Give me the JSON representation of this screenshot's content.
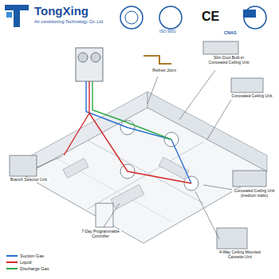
{
  "diagram": {
    "labels": [
      "TongXing",
      "Air conditioning Technology Co.,Ltd",
      "ISO 9001",
      "CE",
      "CNAS",
      "Refnet Joint",
      "Slim Duct Built-in Concealed Ceiling Unit",
      "Concealed Ceiling Unit",
      "Branch Selector Unit",
      "7-Day Programmable Controller",
      "Concealed Ceiling Unit (medium static)",
      "4-Way Ceiling Mounted Cassette Unit"
    ],
    "legend": [
      {
        "text": "Suction Gas",
        "color": "#2a6fd0"
      },
      {
        "text": "Liquid",
        "color": "#d42a2a"
      },
      {
        "text": "Discharge Gas",
        "color": "#2fa84a"
      }
    ]
  }
}
